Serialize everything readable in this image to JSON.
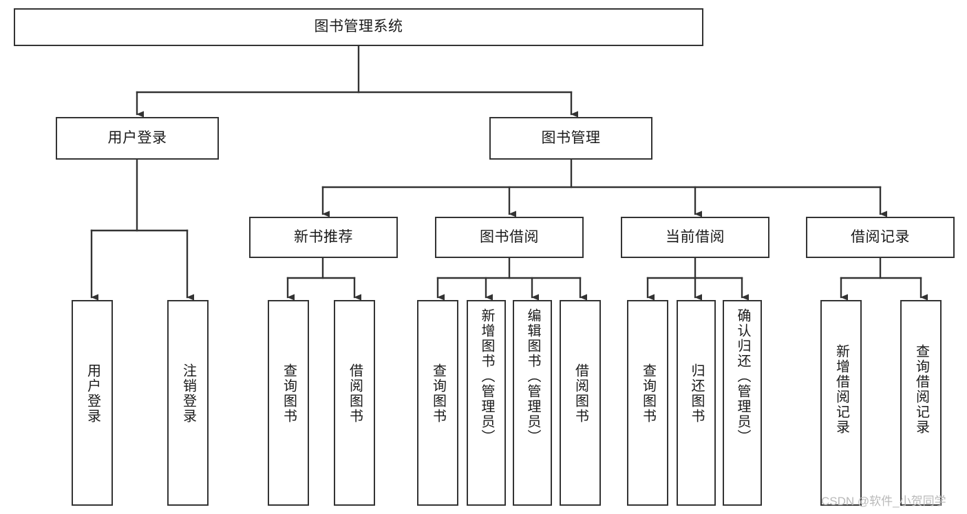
{
  "diagram": {
    "title": "图书管理系统",
    "type": "tree-hierarchy-chart",
    "orientation": "top-down",
    "root": {
      "id": "root",
      "label": "图书管理系统"
    },
    "level2": [
      {
        "id": "user-login",
        "label": "用户登录"
      },
      {
        "id": "book-manage",
        "label": "图书管理"
      }
    ],
    "level3": [
      {
        "id": "new-book-recommend",
        "label": "新书推荐",
        "parent": "book-manage"
      },
      {
        "id": "book-borrow",
        "label": "图书借阅",
        "parent": "book-manage"
      },
      {
        "id": "current-borrow",
        "label": "当前借阅",
        "parent": "book-manage"
      },
      {
        "id": "borrow-record",
        "label": "借阅记录",
        "parent": "book-manage"
      }
    ],
    "leaves": [
      {
        "id": "leaf-user-login",
        "label": "用户登录",
        "parent": "user-login"
      },
      {
        "id": "leaf-user-logout",
        "label": "注销登录",
        "parent": "user-login"
      },
      {
        "id": "leaf-query-book-1",
        "label": "查询图书",
        "parent": "new-book-recommend"
      },
      {
        "id": "leaf-borrow-book-1",
        "label": "借阅图书",
        "parent": "new-book-recommend"
      },
      {
        "id": "leaf-query-book-2",
        "label": "查询图书",
        "parent": "book-borrow"
      },
      {
        "id": "leaf-add-book",
        "label": "新增图书（管理员）",
        "parent": "book-borrow"
      },
      {
        "id": "leaf-edit-book",
        "label": "编辑图书（管理员）",
        "parent": "book-borrow"
      },
      {
        "id": "leaf-borrow-book-2",
        "label": "借阅图书",
        "parent": "book-borrow"
      },
      {
        "id": "leaf-query-book-3",
        "label": "查询图书",
        "parent": "current-borrow"
      },
      {
        "id": "leaf-return-book",
        "label": "归还图书",
        "parent": "current-borrow"
      },
      {
        "id": "leaf-confirm-return",
        "label": "确认归还（管理员）",
        "parent": "current-borrow"
      },
      {
        "id": "leaf-add-record",
        "label": "新增借阅记录",
        "parent": "borrow-record"
      },
      {
        "id": "leaf-query-record",
        "label": "查询借阅记录",
        "parent": "borrow-record"
      }
    ],
    "colors": {
      "stroke": "#333333",
      "fill": "#ffffff",
      "text": "#1a1a1a",
      "watermark": "#b9b9b9"
    }
  },
  "watermark": {
    "text": "CSDN @软件_小贺同学"
  }
}
